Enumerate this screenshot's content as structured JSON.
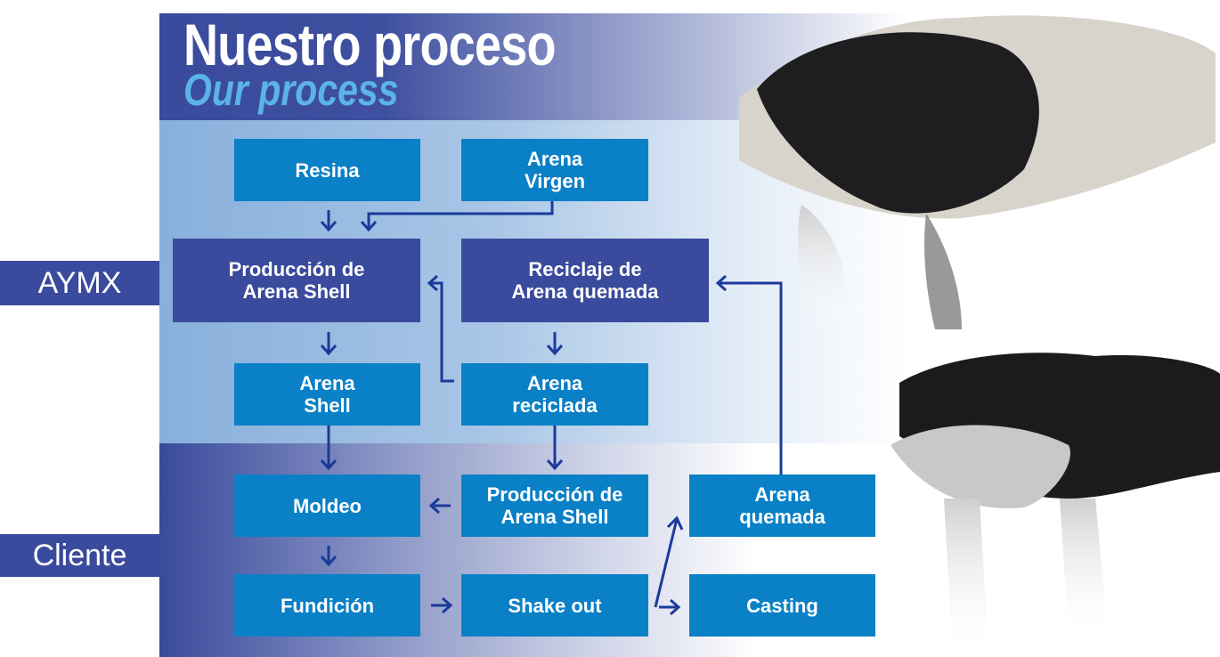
{
  "title": "Nuestro proceso",
  "subtitle": "Our process",
  "sides": {
    "aymx": "AYMX",
    "cliente": "Cliente"
  },
  "boxes": {
    "resina": "Resina",
    "arena_virgen": "Arena\nVirgen",
    "produccion1": "Producción de\nArena Shell",
    "reciclaje": "Reciclaje de\nArena quemada",
    "arena_shell": "Arena\nShell",
    "arena_reciclada": "Arena\nreciclada",
    "moldeo": "Moldeo",
    "produccion2": "Producción de\nArena Shell",
    "arena_quemada": "Arena\nquemada",
    "fundicion": "Fundición",
    "shake_out": "Shake out",
    "casting": "Casting"
  },
  "colors": {
    "dark": "#3a4a9c",
    "box": "#0a80c6",
    "arrow": "#1b3a9a",
    "subtitle": "#5bb3e8"
  }
}
